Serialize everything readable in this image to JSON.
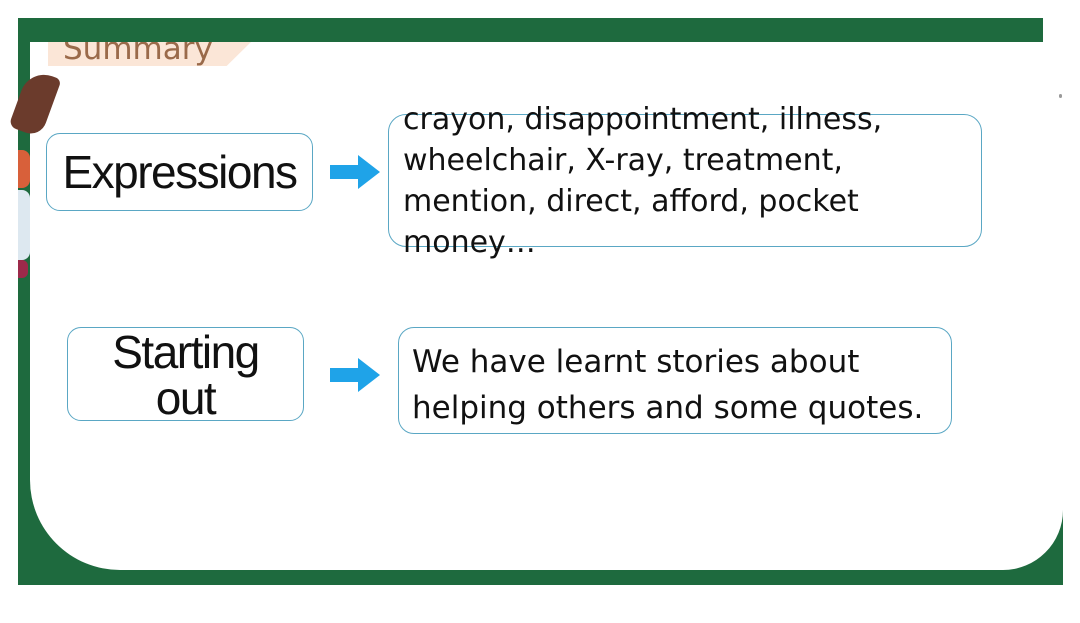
{
  "slide": {
    "title": "Summary",
    "rows": [
      {
        "label": "Expressions",
        "content": "crayon, disappointment, illness,\nwheelchair, X-ray, treatment,\nmention, direct,  afford, pocket\nmoney…"
      },
      {
        "label": "Starting\nout",
        "content": "We have learnt stories about\nhelping others and some quotes."
      }
    ],
    "icons": {
      "arrow": "right-arrow-icon"
    }
  },
  "colors": {
    "frame_green": "#1e6a3e",
    "tab_fill": "#fbe6d7",
    "tab_text": "#9a6a4a",
    "box_border": "#5aa7c4",
    "arrow": "#1fa3e8"
  }
}
